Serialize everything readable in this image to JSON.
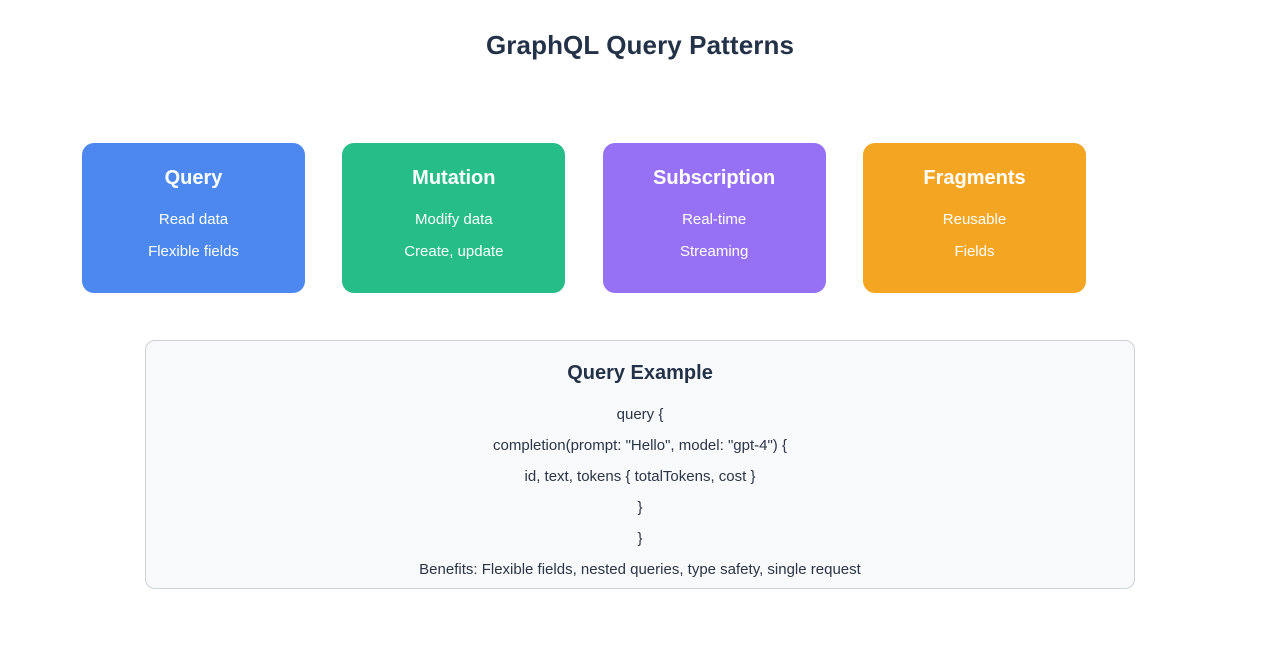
{
  "header": {
    "title": "GraphQL Query Patterns"
  },
  "cards": [
    {
      "name": "query",
      "title": "Query",
      "line1": "Read data",
      "line2": "Flexible fields",
      "color": "#4d88f0"
    },
    {
      "name": "mutation",
      "title": "Mutation",
      "line1": "Modify data",
      "line2": "Create, update",
      "color": "#26bd89"
    },
    {
      "name": "subscription",
      "title": "Subscription",
      "line1": "Real-time",
      "line2": "Streaming",
      "color": "#9771f5"
    },
    {
      "name": "fragments",
      "title": "Fragments",
      "line1": "Reusable",
      "line2": "Fields",
      "color": "#f4a623"
    }
  ],
  "example": {
    "title": "Query Example",
    "lines": [
      "query {",
      "completion(prompt: \"Hello\", model: \"gpt-4\") {",
      "id, text, tokens { totalTokens, cost }",
      "}",
      "}",
      "Benefits: Flexible fields, nested queries, type safety, single request"
    ],
    "background": "#f8f9fb",
    "border_color": "#ccd1da"
  },
  "theme": {
    "page_background": "#ffffff",
    "title_color": "#243248",
    "code_text_color": "#2b3545"
  }
}
